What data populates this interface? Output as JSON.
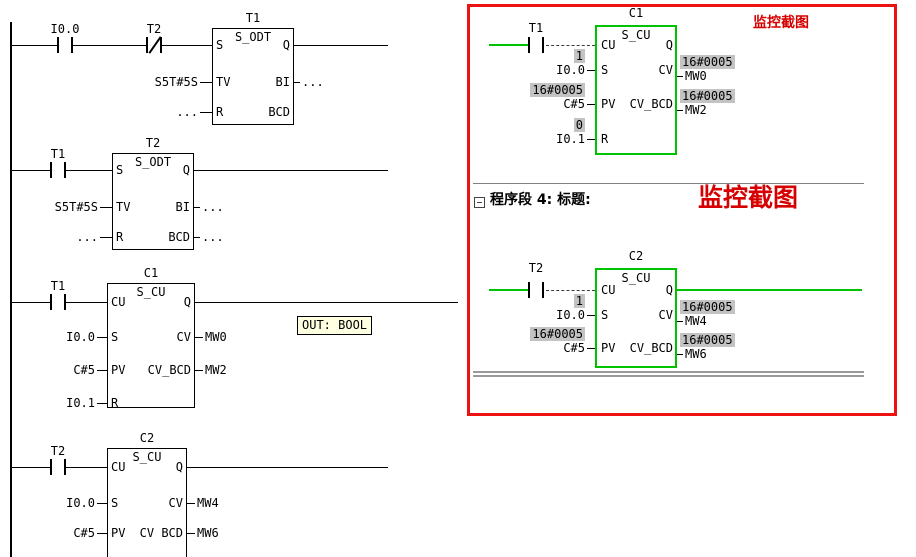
{
  "pins": {
    "s": "S",
    "q": "Q",
    "tv": "TV",
    "bi": "BI",
    "r": "R",
    "bcd": "BCD",
    "cu": "CU",
    "cv": "CV",
    "pv": "PV",
    "cv_bcd": "CV_BCD",
    "cv_bcd_wrapped": "CV BCD"
  },
  "dots": "...",
  "left": {
    "net1": {
      "block_title": "T1",
      "block_type": "S_ODT",
      "contact1": "I0.0",
      "contact2": "T2",
      "tv_value": "S5T#5S"
    },
    "net2": {
      "block_title": "T2",
      "block_type": "S_ODT",
      "contact1": "T1",
      "tv_value": "S5T#5S"
    },
    "net3": {
      "block_title": "C1",
      "block_type": "S_CU",
      "contact1": "T1",
      "s_operand": "I0.0",
      "pv_operand": "C#5",
      "r_operand": "I0.1",
      "cv_operand": "MW0",
      "cv_bcd_operand": "MW2",
      "tooltip": "OUT: BOOL"
    },
    "net4": {
      "block_title": "C2",
      "block_type": "S_CU",
      "contact1": "T2",
      "s_operand": "I0.0",
      "pv_operand": "C#5",
      "cv_operand": "MW4",
      "cv_bcd_operand": "MW6"
    }
  },
  "monitor": {
    "watermark_small": "监控截图",
    "network_label": "程序段 4: 标题:",
    "watermark_large": "监控截图",
    "c1": {
      "block_title": "C1",
      "block_type": "S_CU",
      "contact": "T1",
      "s_value": "1",
      "s_operand": "I0.0",
      "pv_value": "16#0005",
      "pv_operand": "C#5",
      "r_value": "0",
      "r_operand": "I0.1",
      "cv_value": "16#0005",
      "cv_operand": "MW0",
      "cv_bcd_value": "16#0005",
      "cv_bcd_operand": "MW2"
    },
    "c2": {
      "block_title": "C2",
      "block_type": "S_CU",
      "contact": "T2",
      "s_value": "1",
      "s_operand": "I0.0",
      "pv_value": "16#0005",
      "pv_operand": "C#5",
      "cv_value": "16#0005",
      "cv_operand": "MW4",
      "cv_bcd_value": "16#0005",
      "cv_bcd_operand": "MW6"
    }
  },
  "colors": {
    "monitor_green": "#00c300",
    "annotation_red": "#d60000",
    "border_red": "#ee1111",
    "value_bg": "#c3c3c3",
    "tooltip_bg": "#ffffe1"
  }
}
